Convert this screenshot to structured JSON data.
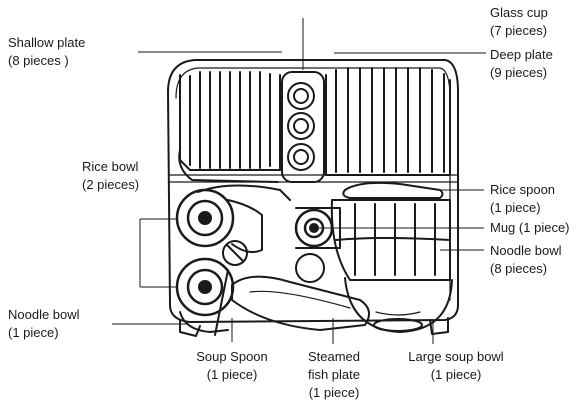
{
  "labels": {
    "shallow_plate": {
      "name": "Shallow plate",
      "qty": "(8 pieces )"
    },
    "glass_cup": {
      "name": "Glass cup",
      "qty": "(7 pieces)"
    },
    "deep_plate": {
      "name": "Deep plate",
      "qty": "(9 pieces)"
    },
    "rice_bowl": {
      "name": "Rice bowl",
      "qty": "(2 pieces)"
    },
    "rice_spoon": {
      "name": "Rice spoon",
      "qty": "(1 piece)"
    },
    "mug": {
      "name": "Mug",
      "qty": "(1 piece)"
    },
    "noodle_bowl_right": {
      "name": "Noodle bowl",
      "qty": "(8 pieces)"
    },
    "noodle_bowl_left": {
      "name": "Noodle bowl",
      "qty": "(1 piece)"
    },
    "soup_spoon": {
      "name": "Soup Spoon",
      "qty": "(1 piece)"
    },
    "steamed_fish_plate": {
      "line1": "Steamed",
      "line2": "fish plate",
      "qty": "(1 piece)"
    },
    "large_soup_bowl": {
      "name": "Large soup bowl",
      "qty": "(1 piece)"
    }
  },
  "colors": {
    "ink": "#1a1a1a",
    "background": "#ffffff"
  }
}
